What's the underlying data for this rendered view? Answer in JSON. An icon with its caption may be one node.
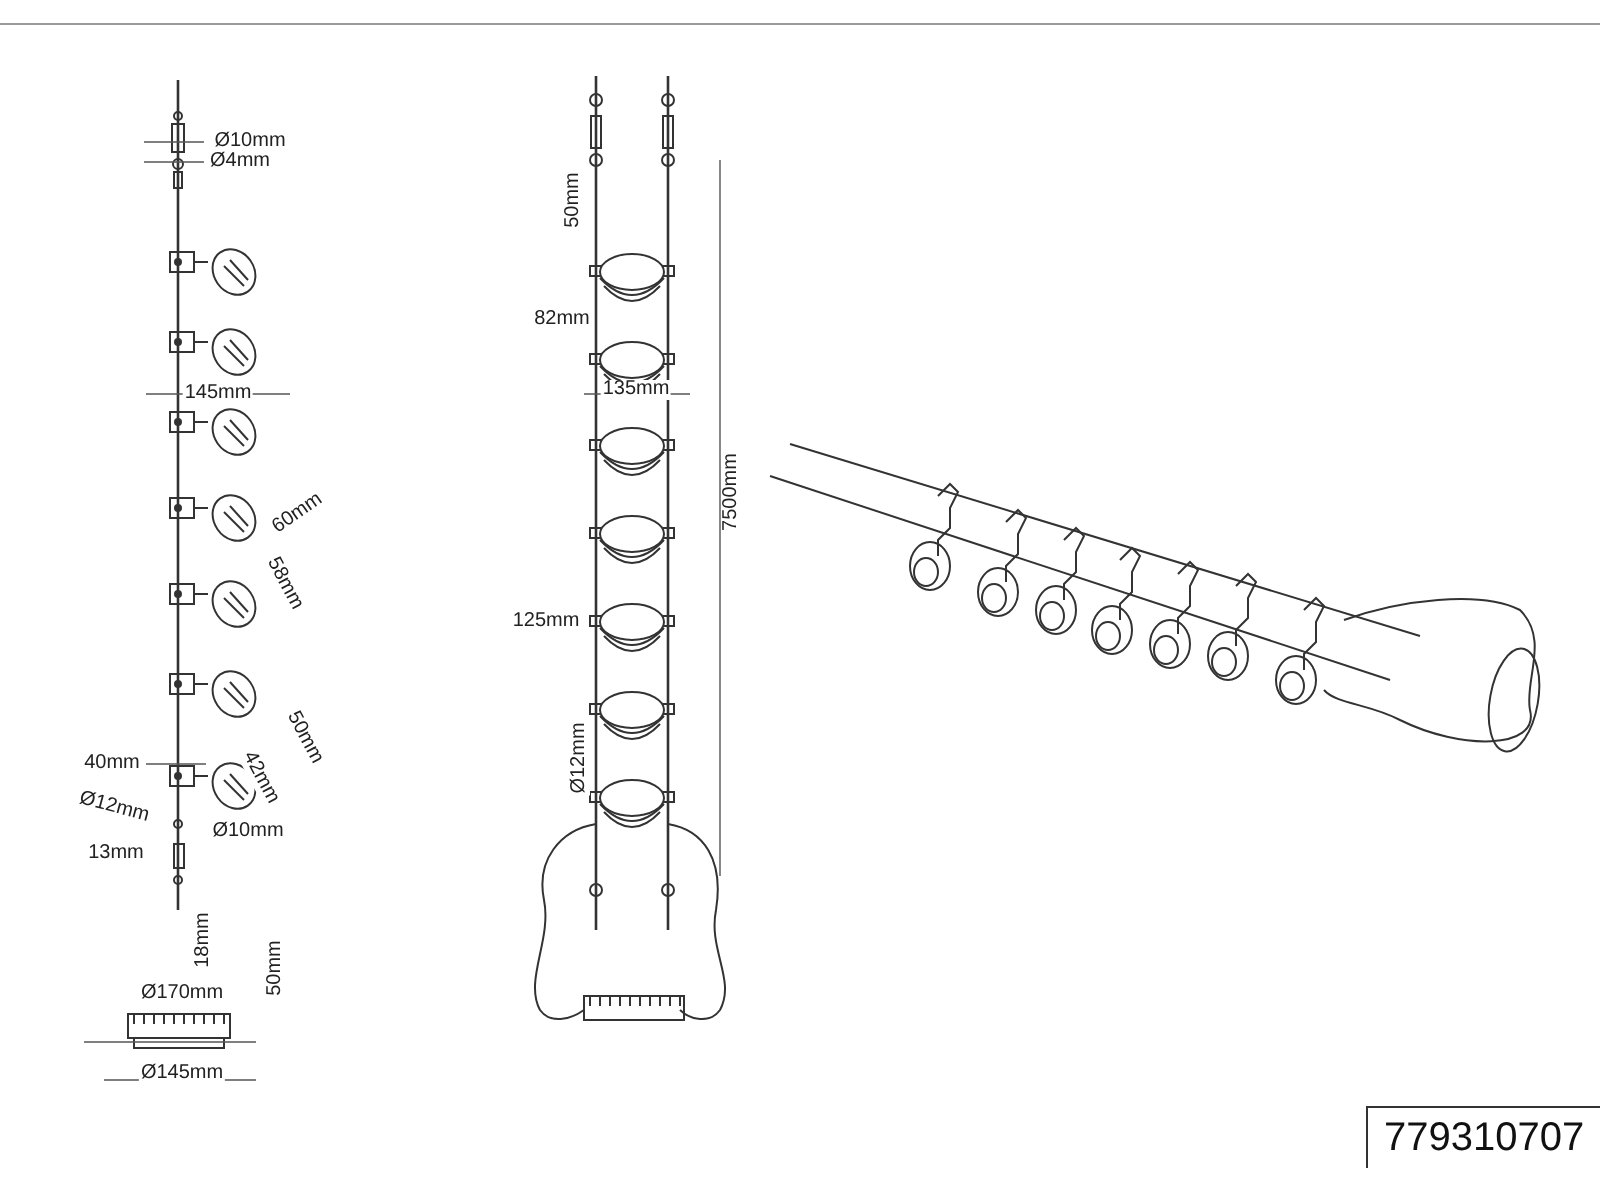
{
  "diagram": {
    "labels": [
      "Ø10mm",
      "Ø4mm",
      "145mm",
      "60mm",
      "58mm",
      "50mm",
      "40mm",
      "42mm",
      "Ø12mm",
      "Ø10mm",
      "13mm",
      "18mm",
      "Ø170mm",
      "50mm",
      "Ø145mm",
      "50mm",
      "82mm",
      "135mm",
      "125mm",
      "Ø12mm",
      "7500mm",
      "779310707"
    ]
  }
}
